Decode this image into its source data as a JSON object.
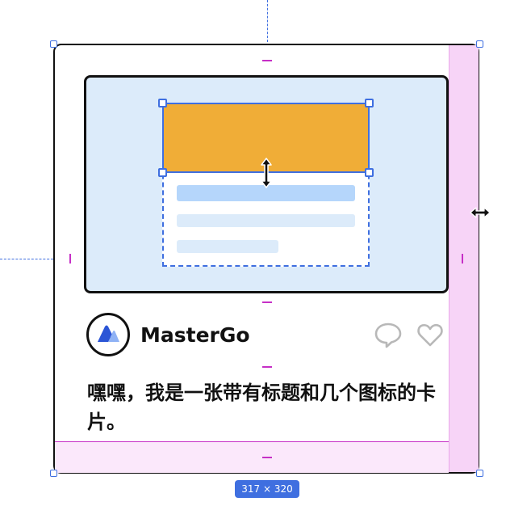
{
  "card": {
    "brand_name": "MasterGo",
    "description": "嘿嘿，我是一张带有标题和几个图标的卡片。"
  },
  "selection": {
    "size_label": "317 × 320"
  },
  "icons": {
    "logo": "mastergo-logo-icon",
    "comment": "comment-icon",
    "like": "heart-icon",
    "resize_vertical": "resize-vertical-cursor-icon",
    "resize_horizontal": "resize-horizontal-cursor-icon"
  },
  "colors": {
    "selection": "#3f6fe0",
    "spacing": "#c62fc6",
    "padding_fill": "#f7d4f7",
    "hero_bg": "#dcebfa",
    "orange": "#f0ad37",
    "bar_blue": "#b5d6fb",
    "logo_dark": "#2b55d6",
    "logo_light": "#8fb2f5"
  }
}
